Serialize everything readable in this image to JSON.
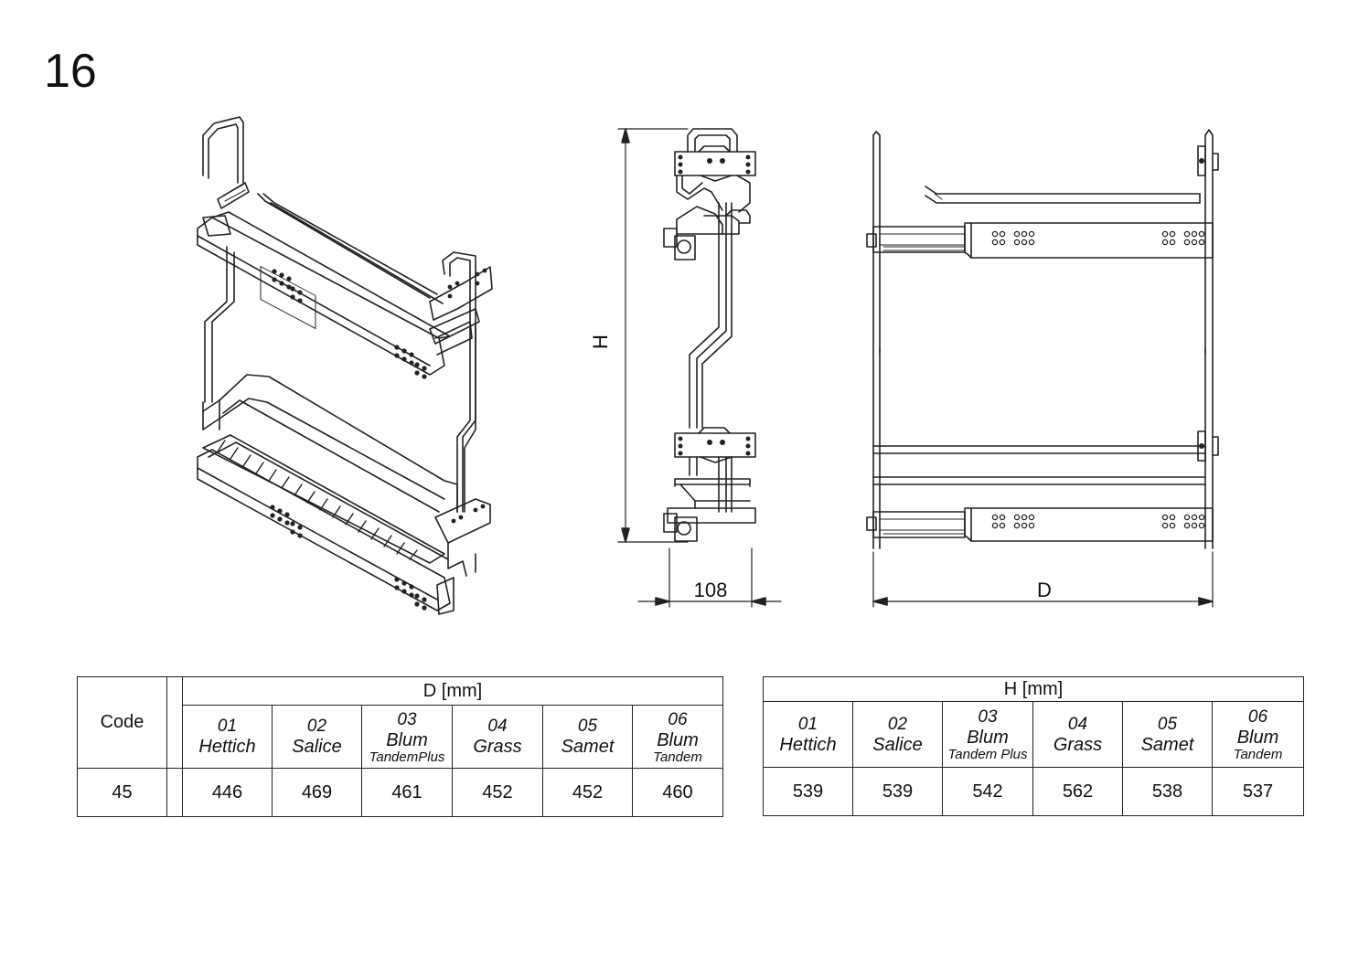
{
  "page_number": "16",
  "dimensions": {
    "h_label": "H",
    "width_label": "108",
    "d_label": "D"
  },
  "table_d": {
    "code_header": "Code",
    "group_header": "D [mm]",
    "columns": [
      {
        "num": "01",
        "brand": "Hettich",
        "sub": ""
      },
      {
        "num": "02",
        "brand": "Salice",
        "sub": ""
      },
      {
        "num": "03",
        "brand": "Blum",
        "sub": "TandemPlus"
      },
      {
        "num": "04",
        "brand": "Grass",
        "sub": ""
      },
      {
        "num": "05",
        "brand": "Samet",
        "sub": ""
      },
      {
        "num": "06",
        "brand": "Blum",
        "sub": "Tandem"
      }
    ],
    "code": "45",
    "values": [
      "446",
      "469",
      "461",
      "452",
      "452",
      "460"
    ]
  },
  "table_h": {
    "group_header": "H [mm]",
    "columns": [
      {
        "num": "01",
        "brand": "Hettich",
        "sub": ""
      },
      {
        "num": "02",
        "brand": "Salice",
        "sub": ""
      },
      {
        "num": "03",
        "brand": "Blum",
        "sub": "Tandem Plus"
      },
      {
        "num": "04",
        "brand": "Grass",
        "sub": ""
      },
      {
        "num": "05",
        "brand": "Samet",
        "sub": ""
      },
      {
        "num": "06",
        "brand": "Blum",
        "sub": "Tandem"
      }
    ],
    "values": [
      "539",
      "539",
      "542",
      "562",
      "538",
      "537"
    ]
  }
}
